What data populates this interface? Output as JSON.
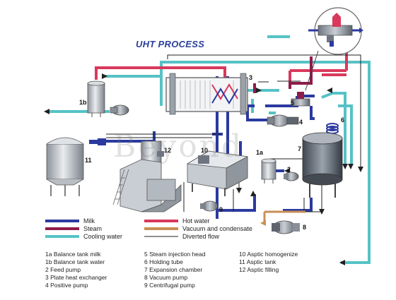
{
  "title": "UHT PROCESS",
  "watermark": "Beyond",
  "colors": {
    "milk": "#2b3aa0",
    "steam": "#8c1c4a",
    "cooling_water": "#56c2c6",
    "hot_water": "#d8395c",
    "vacuum": "#c98f55",
    "diverted": "#222222"
  },
  "legend": [
    {
      "label": "Milk",
      "color": "#2b3aa0",
      "style": "solid"
    },
    {
      "label": "Hot water",
      "color": "#d8395c",
      "style": "solid"
    },
    {
      "label": "Steam",
      "color": "#8c1c4a",
      "style": "solid"
    },
    {
      "label": "Vacuum and condensate",
      "color": "#c98f55",
      "style": "solid"
    },
    {
      "label": "Cooling water",
      "color": "#56c2c6",
      "style": "solid"
    },
    {
      "label": "Diverted flow",
      "color": "#222222",
      "style": "thin"
    }
  ],
  "components": [
    "1a Balance tank milk",
    "1b Balance tank water",
    "2 Feed pump",
    "3 Plate heat exchanger",
    "4 Positive pump",
    "5 Steam injection head",
    "6 Holding tube",
    "7 Expansion chamber",
    "8 Vacuum pump",
    "9 Centrifugal pump",
    "10 Asptic  homogenize",
    "11 Asptic  tank",
    "12 Asptic  filling"
  ],
  "labels": {
    "n1a": "1a",
    "n1b": "1b",
    "n2": "2",
    "n3": "3",
    "n4": "4",
    "n5": "5",
    "n6": "6",
    "n7": "7",
    "n8": "8",
    "n9": "9",
    "n10": "10",
    "n11": "11",
    "n12": "12"
  }
}
